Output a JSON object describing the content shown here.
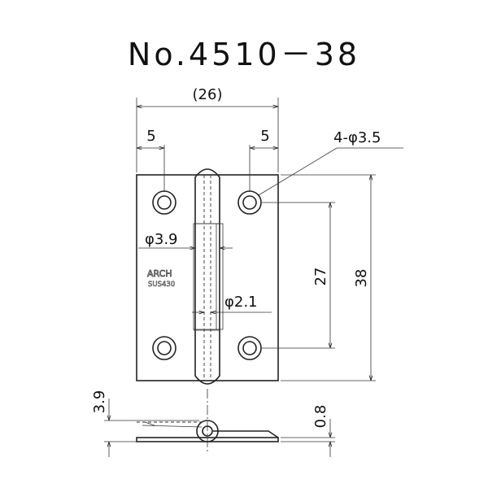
{
  "title": "No.4510－38",
  "stamp": {
    "brand": "ARCH",
    "material": "SUS430"
  },
  "dimensions": {
    "overall_width": "(26)",
    "hole_offset_left": "5",
    "hole_offset_right": "5",
    "hole_spec": "4-φ3.5",
    "knuckle_diameter": "φ3.9",
    "pin_diameter": "φ2.1",
    "hole_pitch": "27",
    "overall_height": "38",
    "side_thickness": "3.9",
    "plate_thickness": "0.8"
  }
}
